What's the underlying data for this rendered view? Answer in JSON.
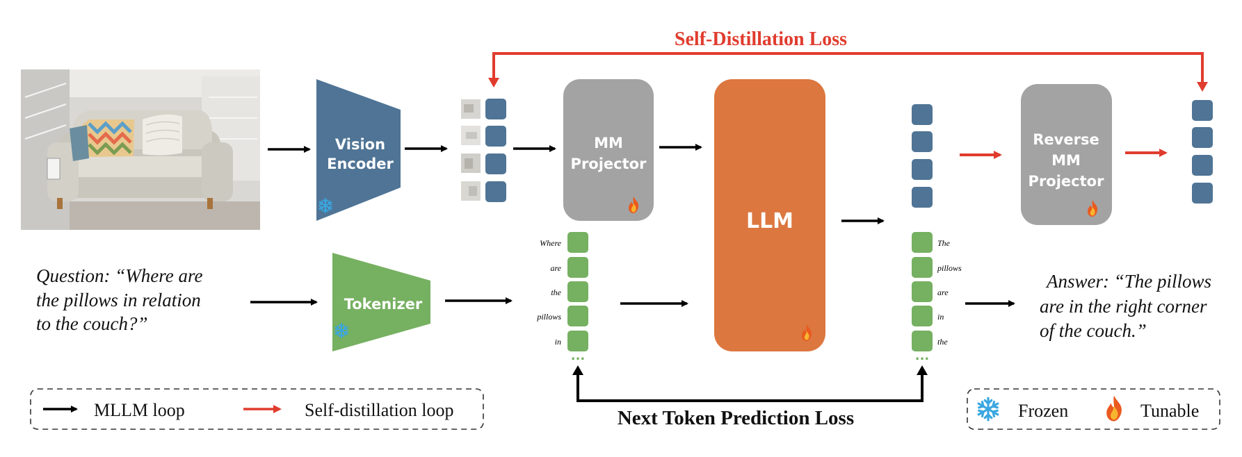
{
  "colors": {
    "blue": "#4f7495",
    "gray": "#a3a3a3",
    "orange": "#dc7740",
    "green": "#76b061",
    "red": "#e03c2e",
    "black": "#000000"
  },
  "losses": {
    "self_distillation": "Self-Distillation Loss",
    "next_token": "Next Token Prediction Loss"
  },
  "modules": {
    "vision_encoder": [
      "Vision",
      "Encoder"
    ],
    "mm_projector": [
      "MM",
      "Projector"
    ],
    "llm": "LLM",
    "reverse_projector": [
      "Reverse",
      "MM",
      "Projector"
    ],
    "tokenizer": "Tokenizer"
  },
  "icons": {
    "vision_encoder": "snowflake-icon",
    "tokenizer": "snowflake-icon",
    "mm_projector": "fire-icon",
    "llm": "fire-icon",
    "reverse_projector": "fire-icon"
  },
  "question": [
    "Question: “Where are",
    "the pillows in relation",
    "to the couch?”"
  ],
  "answer": [
    "Answer: “The pillows",
    "are in the right corner",
    "of the couch.”"
  ],
  "input_tokens": [
    "Where",
    "are",
    "the",
    "pillows",
    "in"
  ],
  "output_tokens": [
    "The",
    "pillows",
    "are",
    "in",
    "the"
  ],
  "ellipsis": "...",
  "legend_left": {
    "mllm": "MLLM loop",
    "self_distill": "Self-distillation loop"
  },
  "legend_right": {
    "frozen": "Frozen",
    "tunable": "Tunable"
  }
}
